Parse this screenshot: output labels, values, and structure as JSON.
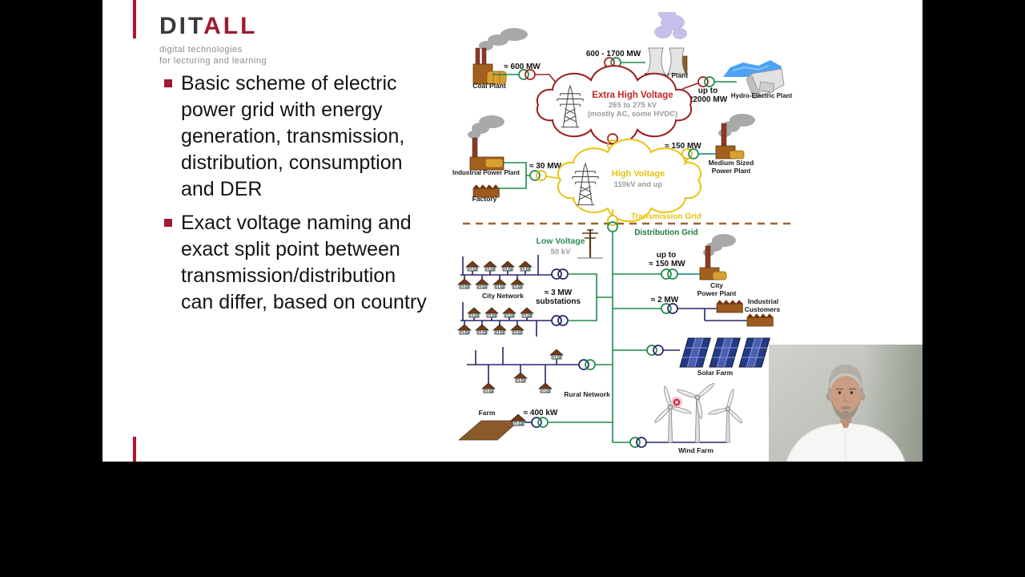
{
  "logo": {
    "brand_dark": "DIT",
    "brand_red": "ALL",
    "tagline_line1": "digital technologies",
    "tagline_line2": "for lecturing and learning"
  },
  "slide": {
    "bullets": [
      "Basic scheme of electric power grid with energy generation, transmission, distribution, consumption and DER",
      "Exact voltage naming and exact split point between transmission/distribution can differ, based on country"
    ]
  },
  "diagram": {
    "coal": {
      "mw": "≈ 600  MW",
      "name": "Coal Plant"
    },
    "nuclear": {
      "mw": "600 - 1700  MW",
      "name": "Nuclear Plant"
    },
    "hydro": {
      "up_to": "up to",
      "mw": "22000 MW",
      "name": "Hydro-Electric Plant"
    },
    "ehv": {
      "title": "Extra High Voltage",
      "kv": "265 to 275 kV",
      "note": "(mostly AC, some HVDC)"
    },
    "industrial": {
      "mw": "≈ 30 MW",
      "name": "Industrial Power Plant",
      "factory": "Factory"
    },
    "hv": {
      "title": "High Voltage",
      "kv": "110kV and up"
    },
    "medium": {
      "mw": "≈ 150  MW",
      "name1": "Medium Sized",
      "name2": "Power Plant"
    },
    "divider": {
      "transmission": "Transmission Grid",
      "distribution": "Distribution Grid"
    },
    "lv": {
      "title": "Low Voltage",
      "kv": "50 kV"
    },
    "city_network": {
      "name": "City Network",
      "mw": "≈ 3  MW",
      "sub": "substations"
    },
    "city_plant": {
      "up_to": "up to",
      "mw": "≈ 150  MW",
      "name1": "City",
      "name2": "Power Plant"
    },
    "industrial_customers": {
      "mw": "≈ 2  MW",
      "name1": "Industrial",
      "name2": "Customers"
    },
    "solar": {
      "name": "Solar Farm"
    },
    "rural": {
      "name": "Rural Network"
    },
    "farm": {
      "name": "Farm",
      "kw": "≈ 400 kW"
    },
    "wind": {
      "name": "Wind Farm"
    }
  },
  "colors": {
    "accent_red": "#9e1b32",
    "ehv_red": "#9b1c1c",
    "hv_yellow": "#e8c413",
    "distribution_green": "#1f8a4c",
    "lv_navy": "#26266b",
    "teal": "#0d8077",
    "divider_brown": "#a0622d"
  }
}
